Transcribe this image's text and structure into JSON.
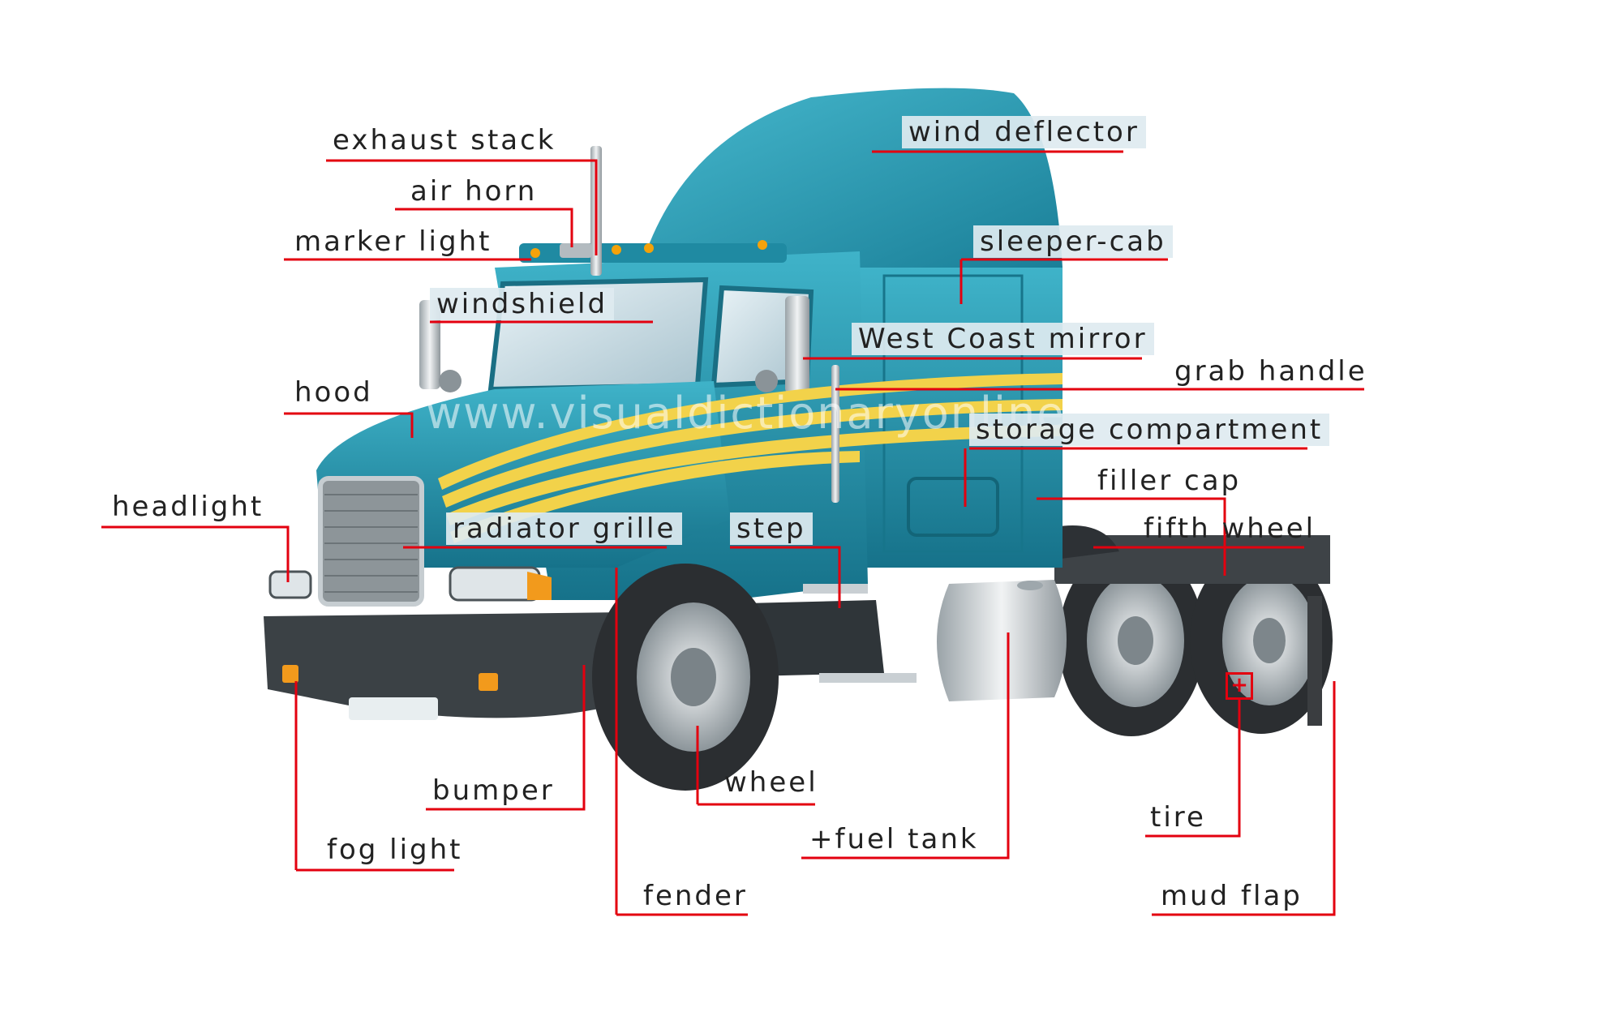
{
  "watermark": "www.visualdictionaryonline.com",
  "colors": {
    "leader": "#e3000f",
    "body": "#1f8fa7",
    "body_dark": "#166f84",
    "stripe": "#f2d24a",
    "chrome": "#c9cfd3",
    "tire": "#2b2e31"
  },
  "labels": {
    "exhaust_stack": "exhaust stack",
    "air_horn": "air horn",
    "marker_light": "marker light",
    "windshield": "windshield",
    "hood": "hood",
    "headlight": "headlight",
    "radiator_grille": "radiator grille",
    "step": "step",
    "wind_deflector": "wind deflector",
    "sleeper_cab": "sleeper-cab",
    "west_coast_mirror": "West Coast mirror",
    "grab_handle": "grab handle",
    "storage_compartment": "storage compartment",
    "filler_cap": "filler cap",
    "fifth_wheel": "fifth wheel",
    "bumper": "bumper",
    "fog_light": "fog light",
    "wheel": "wheel",
    "fuel_tank": "+fuel tank",
    "fender": "fender",
    "tire": "tire",
    "mud_flap": "mud flap"
  },
  "tire_link_icon": "+"
}
